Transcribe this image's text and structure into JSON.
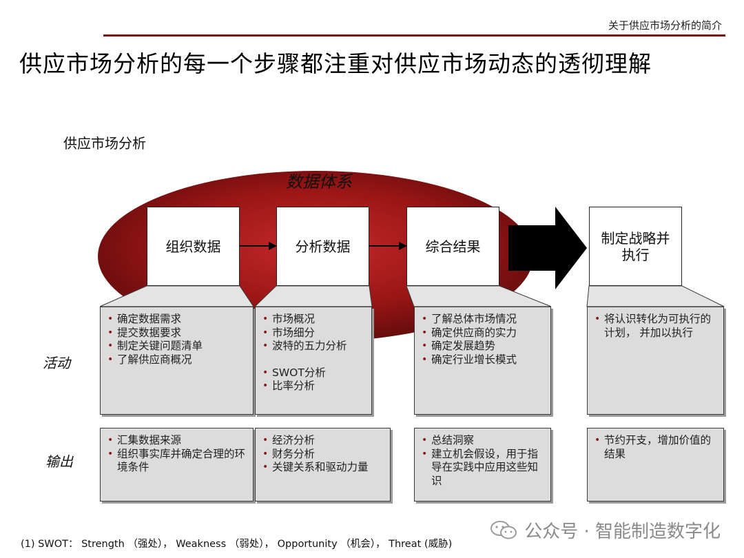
{
  "header_tag": "关于供应市场分析的简介",
  "title": "供应市场分析的每一个步骤都注重对供应市场动态的透彻理解",
  "subtitle": "供应市场分析",
  "ellipse_label": "数据体系",
  "steps": [
    {
      "label": "组织数据"
    },
    {
      "label": "分析数据"
    },
    {
      "label": "综合结果"
    },
    {
      "label": "制定战略并执行"
    }
  ],
  "row_labels": {
    "activities": "活动",
    "outputs": "输出"
  },
  "activities": [
    [
      "确定数据需求",
      "提交数据要求",
      "制定关键问题清单",
      "了解供应商概况"
    ],
    [
      "市场概况",
      "市场细分",
      "波特的五力分析",
      "SWOT分析",
      "比率分析"
    ],
    [
      "了解总体市场情况",
      "确定供应商的实力",
      "确定发展趋势",
      "确定行业增长模式"
    ],
    [
      "将认识转化为可执行的计划， 并加以执行"
    ]
  ],
  "outputs": [
    [
      "汇集数据来源",
      "组织事实库并确定合理的环境条件"
    ],
    [
      "经济分析",
      "财务分析",
      "关键关系和驱动力量"
    ],
    [
      "总结洞察",
      "建立机会假设，用于指导在实践中应用这些知识"
    ],
    [
      "节约开支，增加价值的结果"
    ]
  ],
  "footnote": "(1) SWOT： Strength （强处）， Weakness （弱处）， Opportunity （机会）， Threat (威胁)",
  "watermark": "公众号 · 智能制造数字化",
  "colors": {
    "ellipse_dark": "#5a0a0a",
    "ellipse_light": "#c42a2a",
    "rule": "#7b1113",
    "panel": "#dcdcdc",
    "bullet": "#8b1a1a"
  }
}
